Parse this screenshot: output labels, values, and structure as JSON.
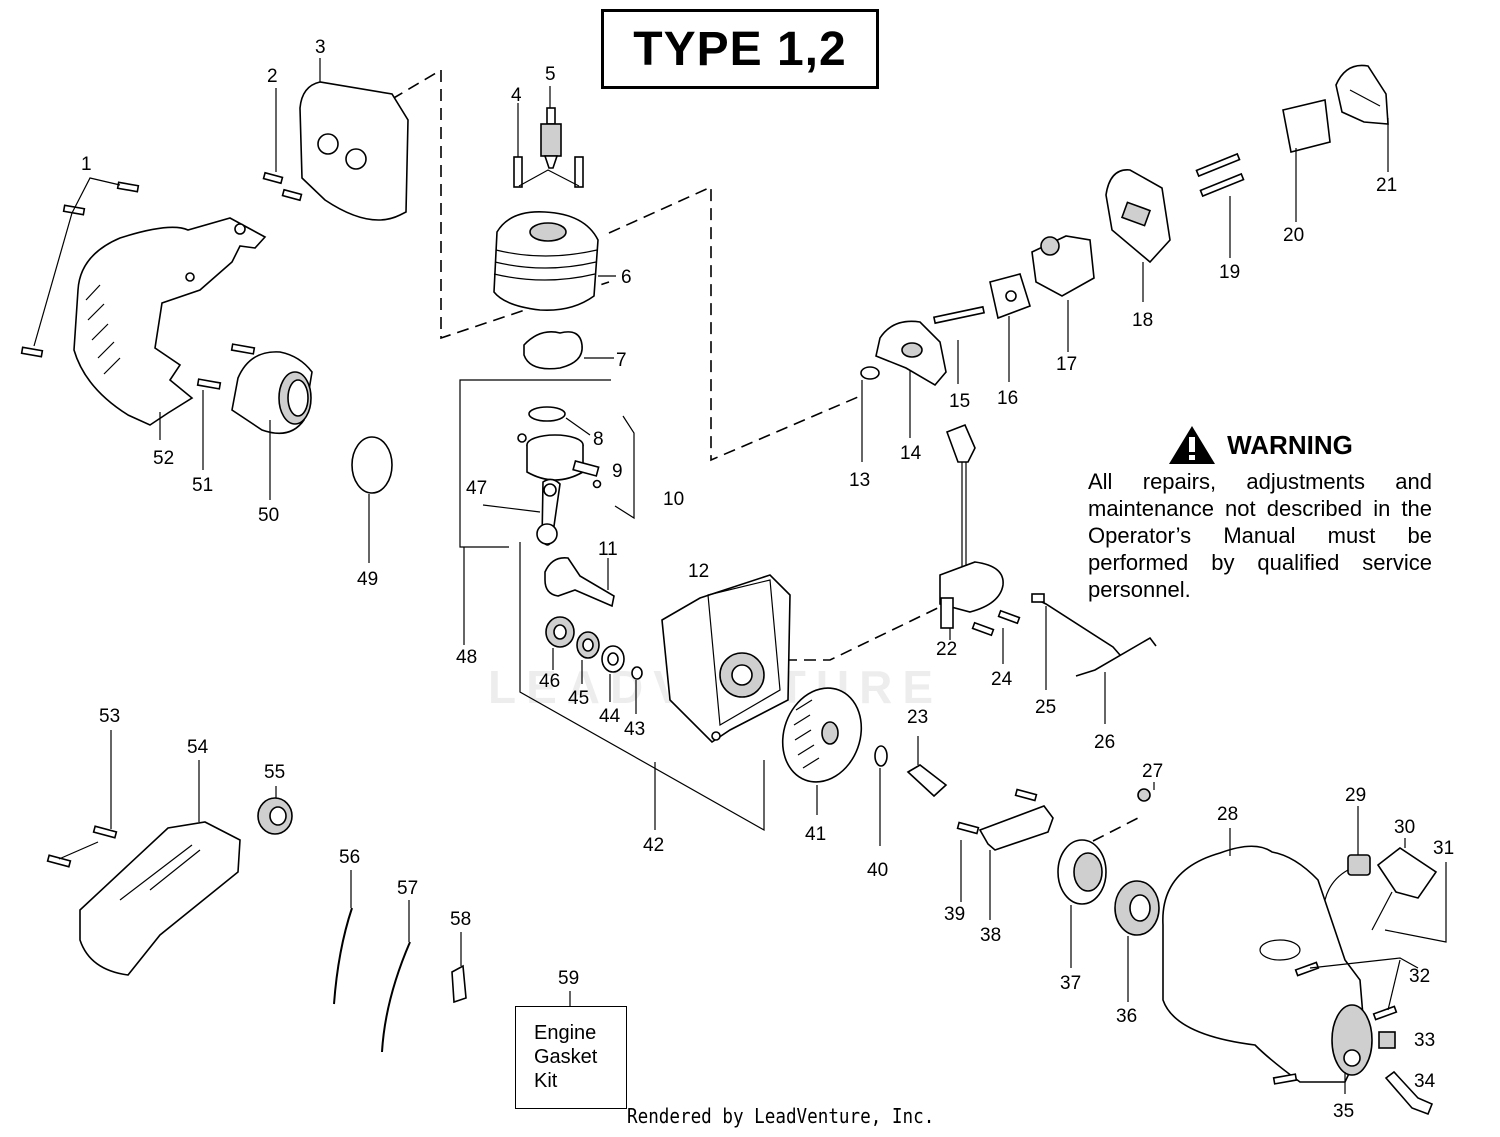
{
  "title": "TYPE 1,2",
  "warning": {
    "heading": "WARNING",
    "text": "All repairs, adjustments and maintenance not described in the Operator’s Manual must be performed by qualified service personnel."
  },
  "kit_box": {
    "line1": "Engine",
    "line2": "Gasket",
    "line3": "Kit"
  },
  "footer": "Rendered by LeadVenture, Inc.",
  "watermark": "LEADVENTURE",
  "callouts": [
    "1",
    "2",
    "3",
    "4",
    "5",
    "6",
    "7",
    "8",
    "9",
    "10",
    "11",
    "12",
    "13",
    "14",
    "15",
    "16",
    "17",
    "18",
    "19",
    "20",
    "21",
    "22",
    "23",
    "24",
    "25",
    "26",
    "27",
    "28",
    "29",
    "30",
    "31",
    "32",
    "33",
    "34",
    "35",
    "36",
    "37",
    "38",
    "39",
    "40",
    "41",
    "42",
    "43",
    "44",
    "45",
    "46",
    "47",
    "48",
    "49",
    "50",
    "51",
    "52",
    "53",
    "54",
    "55",
    "56",
    "57",
    "58",
    "59"
  ]
}
